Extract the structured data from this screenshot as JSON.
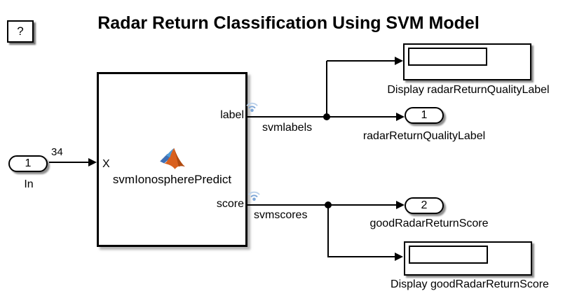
{
  "title": "Radar Return Classification Using SVM Model",
  "help": {
    "label": "?"
  },
  "blocks": {
    "inport": {
      "number": "1",
      "name": "In"
    },
    "predict": {
      "name": "svmIonospherePredict",
      "input_port": "X",
      "output_port_label": "label",
      "output_port_score": "score"
    },
    "display_label": {
      "name": "Display radarReturnQualityLabel"
    },
    "outport_label": {
      "number": "1",
      "name": "radarReturnQualityLabel"
    },
    "outport_score": {
      "number": "2",
      "name": "goodRadarReturnScore"
    },
    "display_score": {
      "name": "Display goodRadarReturnScore"
    }
  },
  "signals": {
    "input_dimension": "34",
    "label_wire_name": "svmlabels",
    "score_wire_name": "svmscores"
  },
  "colors": {
    "wire": "#000000",
    "background": "#ffffff",
    "logging_badge_blue": "#7ea7d8",
    "logging_badge_blue_light": "#b8cfe9",
    "matlab_logo_orange": "#d9601e",
    "matlab_logo_orange_dark": "#b04a10",
    "matlab_logo_blue": "#3e6fb5",
    "matlab_logo_teal": "#4f9bd6"
  }
}
